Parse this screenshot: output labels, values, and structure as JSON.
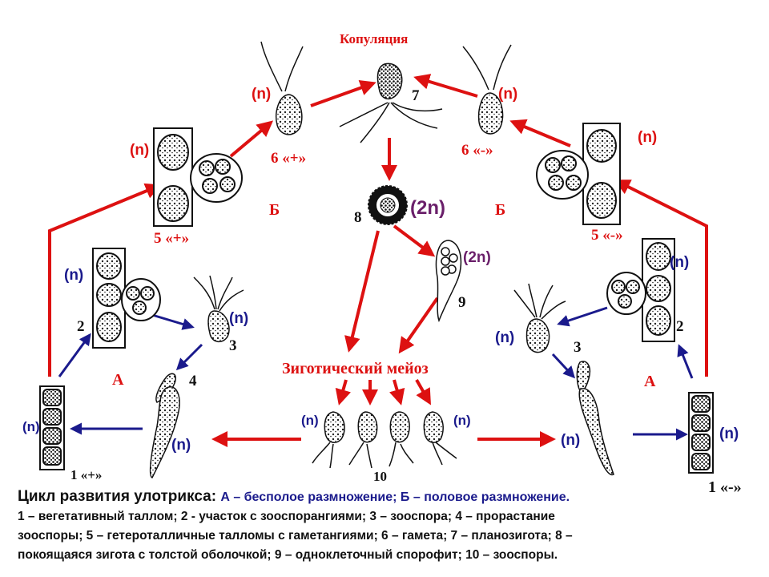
{
  "labels": {
    "copulation": "Копуляция",
    "zygotic_meiosis": "Зиготический мейоз",
    "n": "(n)",
    "two_n": "(2n)",
    "gamete_plus": "6 «+»",
    "gamete_minus": "6 «-»",
    "gametangia_plus": "5 «+»",
    "gametangia_minus": "5 «-»",
    "sexual": "Б",
    "asexual": "А",
    "num_2": "2",
    "num_3": "3",
    "num_4": "4",
    "num_7": "7",
    "num_8": "8",
    "num_9": "9",
    "num_10": "10",
    "thallus_plus": "1 «+»",
    "thallus_minus": "1 «-»"
  },
  "caption": {
    "title": "Цикл развития улотрикса:",
    "subtitle": "А – бесполое размножение; Б – половое размножение.",
    "legend_1": "1 – вегетативный таллом; 2 - участок с зооспорангиями; 3 – зооспора; 4 – прорастание",
    "legend_2": "зооспоры; 5 – гетероталличные талломы с гаметангиями; 6 – гамета; 7 – планозигота; 8 –",
    "legend_3": "покоящаяся зигота с толстой оболочкой; 9 – одноклеточный спорофит; 10 – зооспоры."
  },
  "colors": {
    "sexual_arrow": "#dd1111",
    "asexual_arrow": "#1a1a8c",
    "two_n_label": "#6a1f6a",
    "ink": "#111111"
  }
}
